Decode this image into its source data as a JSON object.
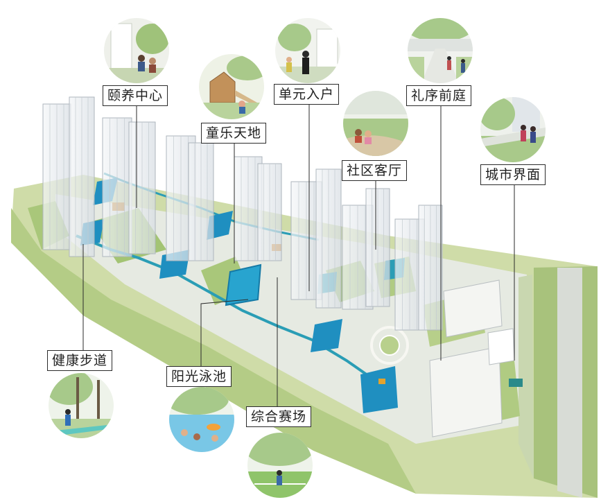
{
  "diagram": {
    "labels": {
      "elderly_care": "颐养中心",
      "children_play": "童乐天地",
      "unit_entrance": "单元入户",
      "community_lounge": "社区客厅",
      "ceremonial_court": "礼序前庭",
      "city_interface": "城市界面",
      "fitness_trail": "健康步道",
      "sunshine_pool": "阳光泳池",
      "sports_court": "综合赛场"
    },
    "colors": {
      "lawn": "#b8d08c",
      "lawn_dark": "#8fb564",
      "water_blue": "#1f8fc0",
      "path_teal": "#2a9db5",
      "plaza": "#e9ebe6",
      "tower_glass": "#dfe5ea"
    }
  }
}
